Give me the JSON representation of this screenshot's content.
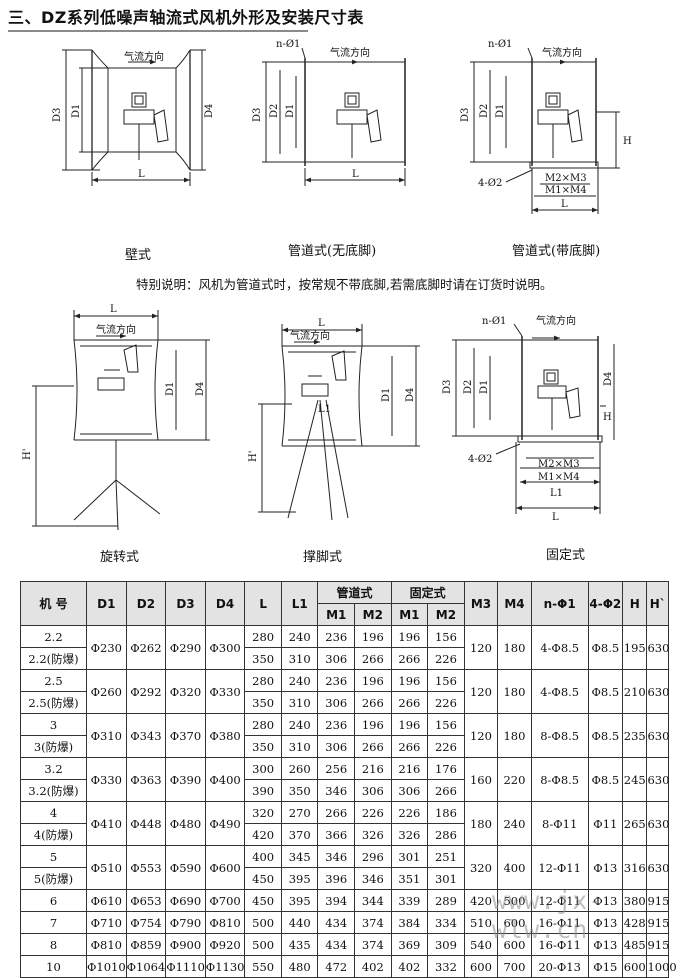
{
  "title": "三、DZ系列低噪声轴流式风机外形及安装尺寸表",
  "captions": {
    "wall": "壁式",
    "duct_no_foot": "管道式(无底脚)",
    "duct_with_foot": "管道式(带底脚)",
    "rotary": "旋转式",
    "stand": "撑脚式",
    "fixed": "固定式"
  },
  "note": "特别说明：风机为管道式时，按常规不带底脚,若需底脚时请在订货时说明。",
  "labels": {
    "airflow": "气流方向",
    "nphi1": "n-Ø1",
    "fourphi2": "4-Ø2",
    "m2m3": "M2×M3",
    "m1m4": "M1×M4",
    "L": "L",
    "L1": "L1",
    "D1": "D1",
    "D2": "D2",
    "D3": "D3",
    "D4": "D4",
    "H": "H",
    "Hp": "H'"
  },
  "table": {
    "headers": {
      "model": "机 号",
      "D1": "D1",
      "D2": "D2",
      "D3": "D3",
      "D4": "D4",
      "L": "L",
      "L1": "L1",
      "duct": "管道式",
      "fixed": "固定式",
      "M1": "M1",
      "M2": "M2",
      "M3": "M3",
      "M4": "M4",
      "nphi1": "n-Φ1",
      "fourphi2": "4-Φ2",
      "H": "H",
      "Hp": "H`"
    },
    "groups": [
      {
        "models": [
          "2.2",
          "2.2(防爆)"
        ],
        "D1": "Φ230",
        "D2": "Φ262",
        "D3": "Φ290",
        "D4": "Φ300",
        "rows": [
          [
            "280",
            "240",
            "236",
            "196",
            "196",
            "156"
          ],
          [
            "350",
            "310",
            "306",
            "266",
            "266",
            "226"
          ]
        ],
        "M3": "120",
        "M4": "180",
        "nphi1": "4-Φ8.5",
        "fourphi2": "Φ8.5",
        "H": "195",
        "Hp": "630"
      },
      {
        "models": [
          "2.5",
          "2.5(防爆)"
        ],
        "D1": "Φ260",
        "D2": "Φ292",
        "D3": "Φ320",
        "D4": "Φ330",
        "rows": [
          [
            "280",
            "240",
            "236",
            "196",
            "196",
            "156"
          ],
          [
            "350",
            "310",
            "306",
            "266",
            "266",
            "226"
          ]
        ],
        "M3": "120",
        "M4": "180",
        "nphi1": "4-Φ8.5",
        "fourphi2": "Φ8.5",
        "H": "210",
        "Hp": "630"
      },
      {
        "models": [
          "3",
          "3(防爆)"
        ],
        "D1": "Φ310",
        "D2": "Φ343",
        "D3": "Φ370",
        "D4": "Φ380",
        "rows": [
          [
            "280",
            "240",
            "236",
            "196",
            "196",
            "156"
          ],
          [
            "350",
            "310",
            "306",
            "266",
            "266",
            "226"
          ]
        ],
        "M3": "120",
        "M4": "180",
        "nphi1": "8-Φ8.5",
        "fourphi2": "Φ8.5",
        "H": "235",
        "Hp": "630"
      },
      {
        "models": [
          "3.2",
          "3.2(防爆)"
        ],
        "D1": "Φ330",
        "D2": "Φ363",
        "D3": "Φ390",
        "D4": "Φ400",
        "rows": [
          [
            "300",
            "260",
            "256",
            "216",
            "216",
            "176"
          ],
          [
            "390",
            "350",
            "346",
            "306",
            "306",
            "266"
          ]
        ],
        "M3": "160",
        "M4": "220",
        "nphi1": "8-Φ8.5",
        "fourphi2": "Φ8.5",
        "H": "245",
        "Hp": "630"
      },
      {
        "models": [
          "4",
          "4(防爆)"
        ],
        "D1": "Φ410",
        "D2": "Φ448",
        "D3": "Φ480",
        "D4": "Φ490",
        "rows": [
          [
            "320",
            "270",
            "266",
            "226",
            "226",
            "186"
          ],
          [
            "420",
            "370",
            "366",
            "326",
            "326",
            "286"
          ]
        ],
        "M3": "180",
        "M4": "240",
        "nphi1": "8-Φ11",
        "fourphi2": "Φ11",
        "H": "265",
        "Hp": "630"
      },
      {
        "models": [
          "5",
          "5(防爆)"
        ],
        "D1": "Φ510",
        "D2": "Φ553",
        "D3": "Φ590",
        "D4": "Φ600",
        "rows": [
          [
            "400",
            "345",
            "346",
            "296",
            "301",
            "251"
          ],
          [
            "450",
            "395",
            "396",
            "346",
            "351",
            "301"
          ]
        ],
        "M3": "320",
        "M4": "400",
        "nphi1": "12-Φ11",
        "fourphi2": "Φ13",
        "H": "316",
        "Hp": "630"
      }
    ],
    "singles": [
      [
        "6",
        "Φ610",
        "Φ653",
        "Φ690",
        "Φ700",
        "450",
        "395",
        "394",
        "344",
        "339",
        "289",
        "420",
        "500",
        "12-Φ11",
        "Φ13",
        "380",
        "915"
      ],
      [
        "7",
        "Φ710",
        "Φ754",
        "Φ790",
        "Φ810",
        "500",
        "440",
        "434",
        "374",
        "384",
        "334",
        "510",
        "600",
        "16-Φ11",
        "Φ13",
        "428",
        "915"
      ],
      [
        "8",
        "Φ810",
        "Φ859",
        "Φ900",
        "Φ920",
        "500",
        "435",
        "434",
        "374",
        "369",
        "309",
        "540",
        "600",
        "16-Φ11",
        "Φ13",
        "485",
        "915"
      ],
      [
        "10",
        "Φ1010",
        "Φ1064",
        "Φ1110",
        "Φ1130",
        "550",
        "480",
        "472",
        "402",
        "402",
        "332",
        "600",
        "700",
        "20-Φ13",
        "Φ15",
        "600",
        "1000"
      ]
    ]
  },
  "watermark": "www.jx-wlw.cn"
}
